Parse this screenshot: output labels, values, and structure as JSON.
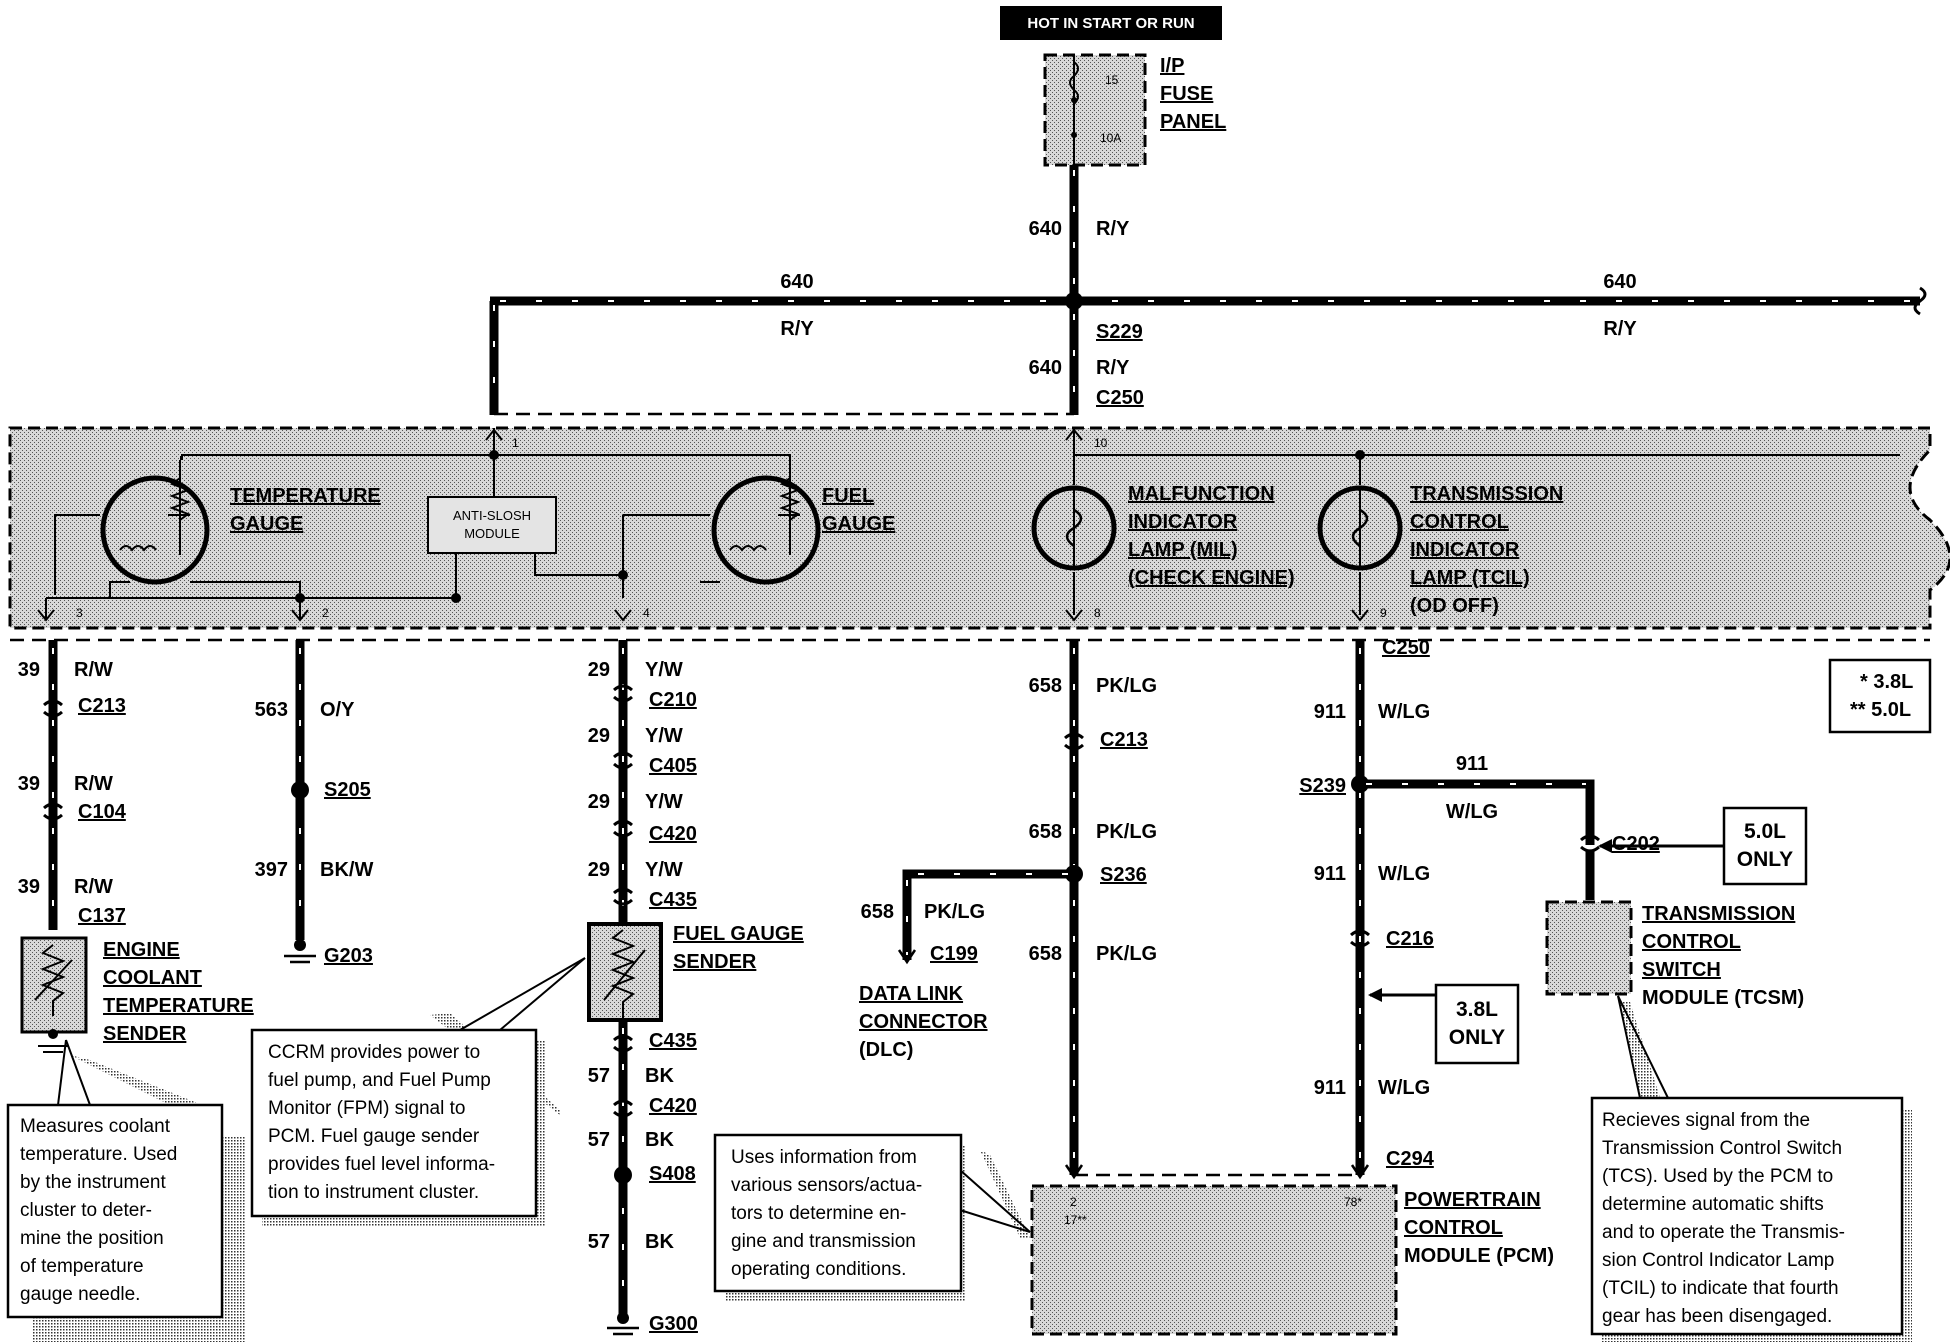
{
  "power_source": "HOT IN START OR RUN",
  "fuse_panel": {
    "lines": [
      "I/P",
      "FUSE",
      "PANEL"
    ],
    "fuse_number": "15",
    "fuse_rating": "10A"
  },
  "power_wires": {
    "circuit": "640",
    "color": "R/Y",
    "splice": "S229",
    "connector": "C250"
  },
  "cluster": {
    "temp_gauge": [
      "TEMPERATURE",
      "GAUGE"
    ],
    "anti_slosh": [
      "ANTI-SLOSH",
      "MODULE"
    ],
    "fuel_gauge": [
      "FUEL",
      "GAUGE"
    ],
    "mil": [
      "MALFUNCTION",
      "INDICATOR",
      "LAMP (MIL)",
      "(CHECK ENGINE)"
    ],
    "tcil": [
      "TRANSMISSION",
      "CONTROL",
      "INDICATOR",
      "LAMP (TCIL)",
      "(OD OFF)"
    ],
    "pins": {
      "p1": "1",
      "p10": "10",
      "p3": "3",
      "p2": "2",
      "p4": "4",
      "p8": "8",
      "p9": "9"
    }
  },
  "legend": {
    "line1": "*   3.8L",
    "line2": "**  5.0L"
  },
  "ect_circuit": {
    "circuit": "39",
    "color": "R/W",
    "connectors": [
      "C213",
      "C104",
      "C137"
    ],
    "sensor": [
      "ENGINE",
      "COOLANT",
      "TEMPERATURE",
      "SENDER"
    ]
  },
  "ground_563": {
    "circuit1": "563",
    "color1": "O/Y",
    "splice": "S205",
    "circuit2": "397",
    "color2": "BK/W",
    "ground": "G203"
  },
  "fuel_circuit": {
    "circuit": "29",
    "color": "Y/W",
    "connectors": [
      "C210",
      "C405",
      "C420",
      "C435"
    ],
    "sender": [
      "FUEL GAUGE",
      "SENDER"
    ],
    "ground_circuit": "57",
    "ground_color": "BK",
    "lower_connectors": [
      "C435",
      "C420"
    ],
    "splice": "S408",
    "ground": "G300"
  },
  "mil_circuit": {
    "circuit": "658",
    "color": "PK/LG",
    "connector": "C213",
    "splice": "S236",
    "dlc_connector": "C199",
    "dlc": [
      "DATA LINK",
      "CONNECTOR",
      "(DLC)"
    ]
  },
  "tcil_circuit": {
    "circuit": "911",
    "color": "W/LG",
    "top_connector": "C250",
    "splice": "S239",
    "connector": "C216",
    "pcm_connector": "C294",
    "tcsm_connector": "C202"
  },
  "tcsm": [
    "TRANSMISSION",
    "CONTROL",
    "SWITCH",
    "MODULE (TCSM)"
  ],
  "pcm": [
    "POWERTRAIN",
    "CONTROL",
    "MODULE (PCM)"
  ],
  "pcm_pins": {
    "a": "2",
    "b": "17**",
    "c": "78*"
  },
  "only_50": [
    "5.0L",
    "ONLY"
  ],
  "only_38": [
    "3.8L",
    "ONLY"
  ],
  "notes": {
    "ect": [
      "Measures coolant",
      "temperature. Used",
      "by the instrument",
      "cluster to deter-",
      "mine the position",
      "of temperature",
      "gauge needle."
    ],
    "ccrm": [
      "CCRM provides power to",
      "fuel pump, and Fuel Pump",
      "Monitor (FPM) signal to",
      "PCM.  Fuel gauge sender",
      "provides fuel level informa-",
      "tion to instrument cluster."
    ],
    "pcm": [
      "Uses information from",
      "various sensors/actua-",
      "tors to determine en-",
      "gine and transmission",
      "operating conditions."
    ],
    "tcsm": [
      "Recieves signal from the",
      "Transmission Control Switch",
      "(TCS). Used by the PCM to",
      "determine automatic shifts",
      "and to operate the Transmis-",
      "sion Control Indicator Lamp",
      "(TCIL) to indicate that fourth",
      "gear has been disengaged."
    ]
  }
}
